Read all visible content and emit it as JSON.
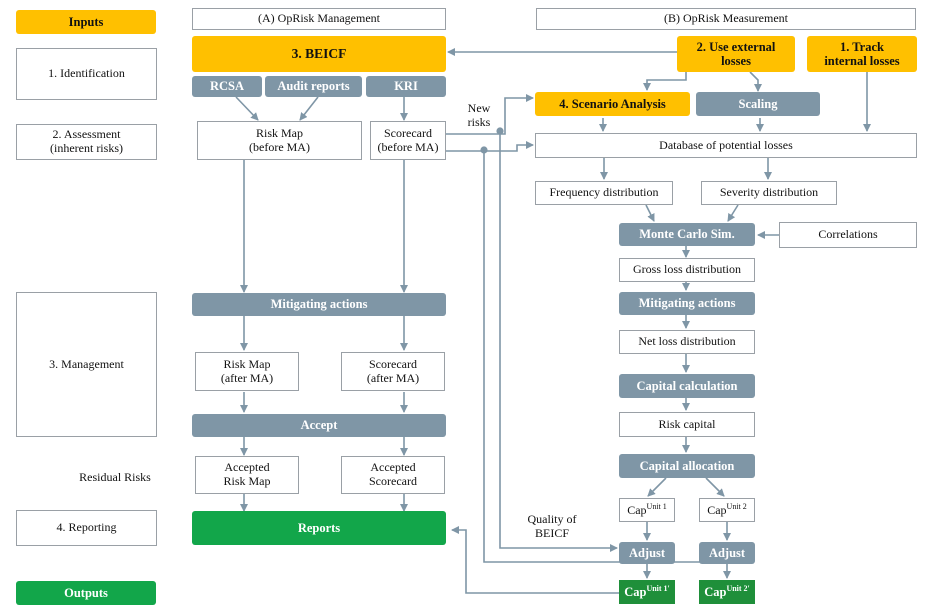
{
  "left_column": {
    "inputs": "Inputs",
    "identification": "1.  Identification",
    "assessment_line1": "2. Assessment",
    "assessment_line2": "(inherent risks)",
    "management": "3. Management",
    "residual": "Residual Risks",
    "reporting": "4. Reporting",
    "outputs": "Outputs"
  },
  "headers": {
    "management": "(A) OpRisk Management",
    "measurement": "(B) OpRisk Measurement"
  },
  "management": {
    "beicf": "3. BEICF",
    "rcsa": "RCSA",
    "audit": "Audit reports",
    "kri": "KRI",
    "risk_map_before_l1": "Risk Map",
    "risk_map_before_l2": "(before MA)",
    "scorecard_before_l1": "Scorecard",
    "scorecard_before_l2": "(before MA)",
    "mitigating": "Mitigating actions",
    "risk_map_after_l1": "Risk Map",
    "risk_map_after_l2": "(after MA)",
    "scorecard_after_l1": "Scorecard",
    "scorecard_after_l2": "(after MA)",
    "accept": "Accept",
    "accepted_map_l1": "Accepted",
    "accepted_map_l2": "Risk Map",
    "accepted_sc_l1": "Accepted",
    "accepted_sc_l2": "Scorecard",
    "reports": "Reports"
  },
  "measurement": {
    "external_l1": "2. Use external",
    "external_l2": "losses",
    "internal_l1": "1. Track",
    "internal_l2": "internal losses",
    "scenario": "4. Scenario Analysis",
    "scaling": "Scaling",
    "database": "Database of potential losses",
    "frequency": "Frequency distribution",
    "severity": "Severity distribution",
    "monte_carlo": "Monte Carlo Sim.",
    "correlations": "Correlations",
    "gross": "Gross loss distribution",
    "mitigating": "Mitigating actions",
    "net": "Net loss distribution",
    "capital_calc": "Capital calculation",
    "risk_capital": "Risk capital",
    "capital_alloc": "Capital allocation",
    "cap": "Cap",
    "unit1": "Unit 1",
    "unit2": "Unit 2",
    "adjust1": "Adjust",
    "adjust2": "Adjust",
    "unit1p": "Unit 1'",
    "unit2p": "Unit 2'"
  },
  "annotations": {
    "new_risks_l1": "New",
    "new_risks_l2": "risks",
    "quality_l1": "Quality of",
    "quality_l2": "BEICF"
  },
  "colors": {
    "yellow": "#ffc000",
    "slate": "#7f96a6",
    "green": "#12a64a",
    "connector": "#7f96a6"
  }
}
